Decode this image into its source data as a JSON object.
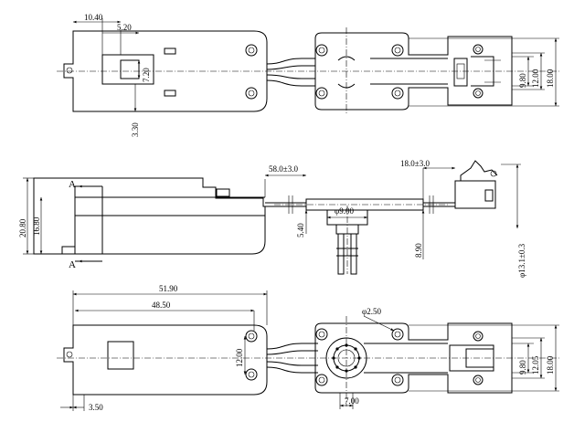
{
  "top_view": {
    "d_10_40": "10.40",
    "d_5_20": "5.20",
    "d_7_20": "7.20",
    "d_3_30": "3.30",
    "d_9_80": "9.80",
    "d_12_00": "12.00",
    "d_18_00": "18.00"
  },
  "side_view": {
    "section_mark_top": "A",
    "section_mark_bottom": "A",
    "d_20_80": "20.80",
    "d_16_80": "16.80",
    "d_58": "58.0±3.0",
    "d_18": "18.0±3.0",
    "d_phi9": "φ9.00",
    "d_5_40": "5.40",
    "d_8_90": "8.90",
    "d_13_1": "φ13.1±0.3"
  },
  "bottom_view": {
    "d_51_90": "51.90",
    "d_48_50": "48.50",
    "d_phi2_50": "φ2.50",
    "d_12_00_left": "12.00",
    "d_9_80": "9.80",
    "d_12_05": "12.05",
    "d_18_00": "18.00",
    "d_3_50": "3.50",
    "d_7_00": "7.00"
  }
}
